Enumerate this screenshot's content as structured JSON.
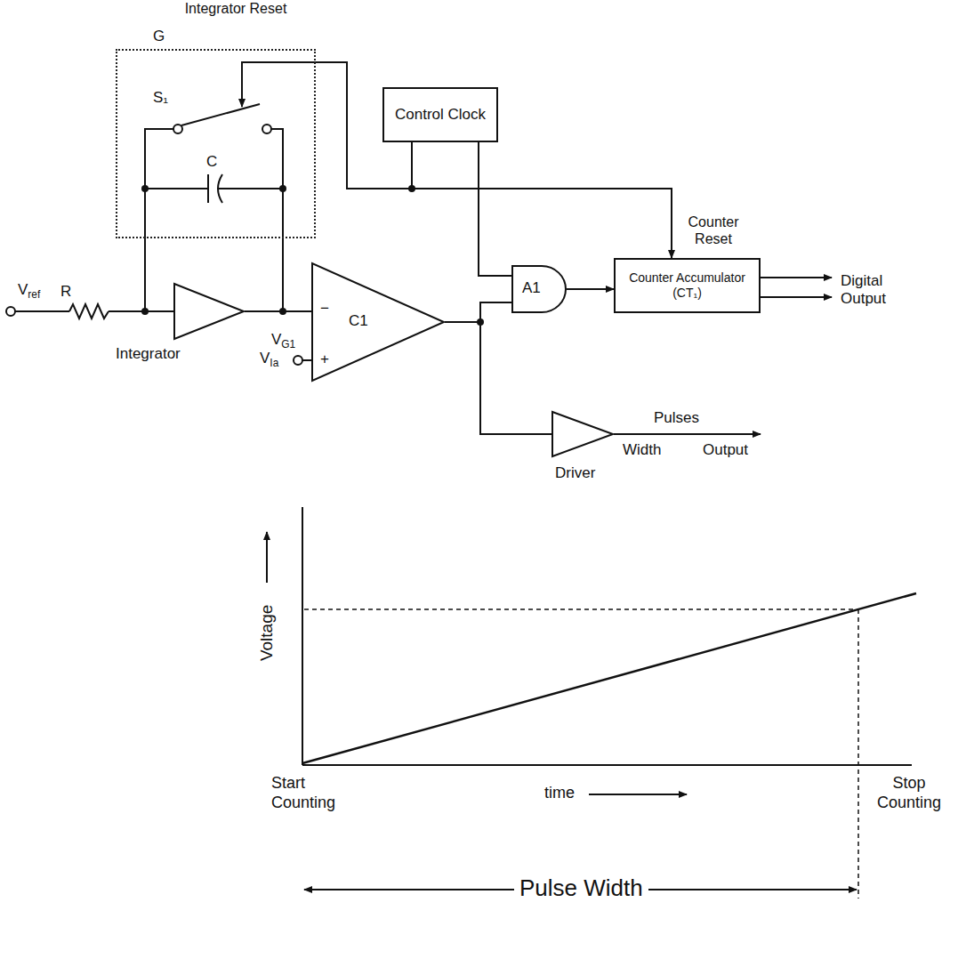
{
  "diagram": {
    "nodes": [
      {
        "text": [
          "G"
        ]
      },
      {
        "text": [
          "Control Clock"
        ]
      },
      {
        "text": [
          "Integrator"
        ]
      },
      {
        "text": [
          "C1"
        ]
      },
      {
        "text": [
          "A1"
        ]
      },
      {
        "text": [
          "Counter Accumulator (CT₁)"
        ]
      },
      {
        "text": [
          "Driver"
        ]
      }
    ],
    "edges": [
      {
        "from": 1,
        "to": 0,
        "arrow": "to",
        "label": "Integrator Reset"
      },
      {
        "from": 1,
        "to": 5,
        "arrow": "to",
        "label": "Counter Reset"
      },
      {
        "from": 1,
        "to": 4,
        "arrow": "none"
      },
      {
        "from": 2,
        "to": 3,
        "arrow": "none"
      },
      {
        "from": 0,
        "to": 2,
        "arrow": "none"
      },
      {
        "from": 0,
        "to": 3,
        "arrow": "none"
      },
      {
        "from": 3,
        "to": 4,
        "arrow": "none"
      },
      {
        "from": 3,
        "to": 6,
        "arrow": "none"
      },
      {
        "from": 4,
        "to": 5,
        "arrow": "to"
      }
    ],
    "labels": [
      "S₁",
      "C",
      "Vref",
      "R",
      "VG1",
      "VIa",
      "−",
      "+",
      "Digital Output",
      "Pulses",
      "Width",
      "Output",
      "Voltage",
      "time",
      "Start Counting",
      "Stop Counting",
      "Pulse Width"
    ]
  }
}
